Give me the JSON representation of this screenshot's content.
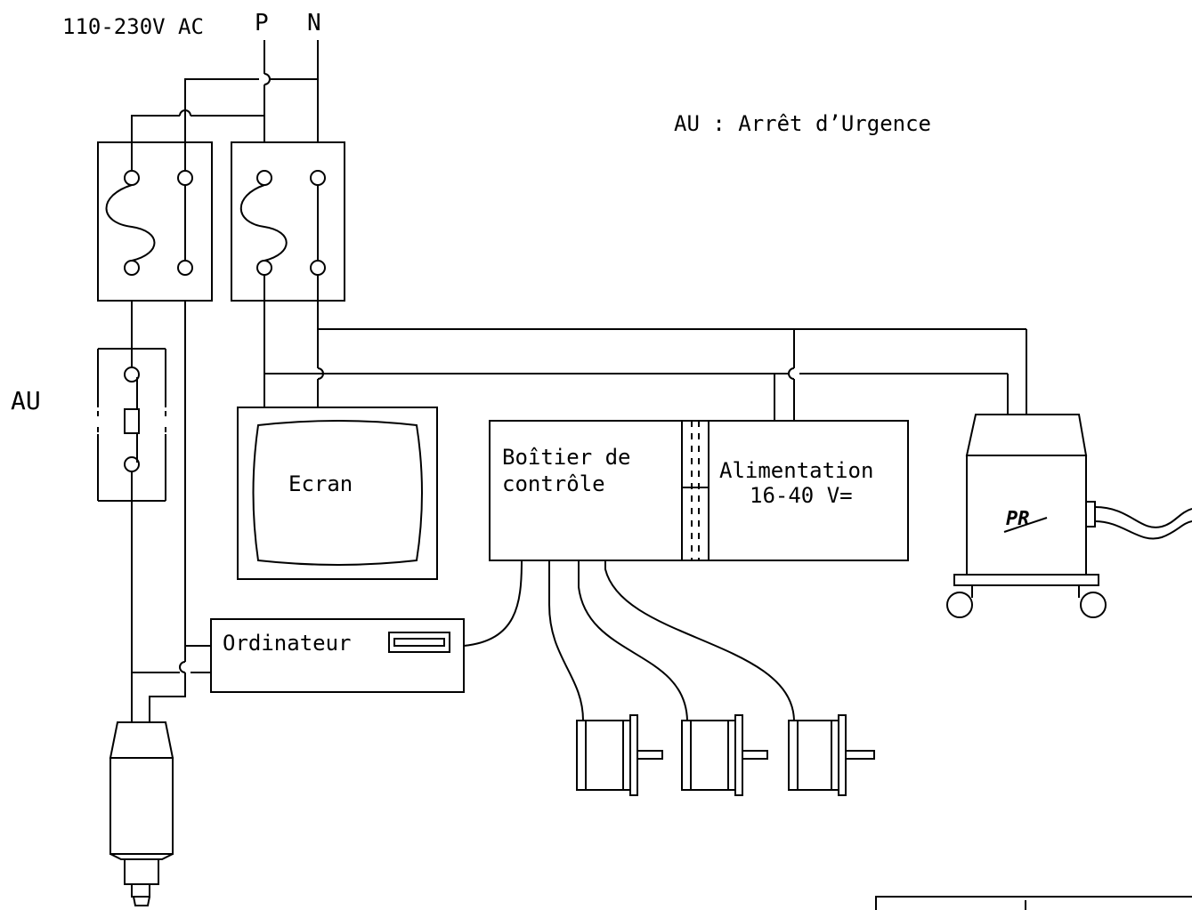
{
  "supply": {
    "voltage_label": "110-230V AC",
    "phase_label": "P",
    "neutral_label": "N"
  },
  "legend": {
    "text": "AU : Arrêt d’Urgence"
  },
  "emergency_stop": {
    "label": "AU"
  },
  "screen": {
    "label": "Ecran"
  },
  "control_box": {
    "line1": "Boîtier de",
    "line2": "contrôle"
  },
  "power_supply": {
    "line1": "Alimentation",
    "line2": "16-40 V="
  },
  "computer": {
    "label": "Ordinateur"
  },
  "pump_logo": {
    "text": "PR"
  },
  "colors": {
    "line": "#000000",
    "background": "#ffffff"
  }
}
